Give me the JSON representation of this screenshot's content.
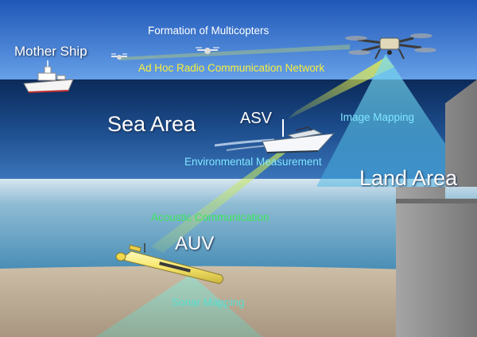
{
  "labels": {
    "formation": "Formation of Multicopters",
    "mother_ship": "Mother Ship",
    "radio_network": "Ad Hoc Radio Communication Network",
    "sea_area": "Sea Area",
    "asv": "ASV",
    "image_mapping": "Image Mapping",
    "environmental": "Environmental Measurement",
    "land_area": "Land Area",
    "acoustic": "Acoustic Communication",
    "auv": "AUV",
    "sonar_mapping": "Sonar Mapping"
  },
  "colors": {
    "sky_top": "#1f57b7",
    "sky_bottom": "#5f9be6",
    "sea_dark": "#0b2a5a",
    "sea_mid": "#2a5fa3",
    "underwater": "#4a8fb8",
    "seabed": "#c9b9a3",
    "radio_text": "#f7ef3a",
    "beam_yellow": "#e8f04a",
    "beam_cyan": "#5fd0e8",
    "acoustic_text": "#3ce65a",
    "image_text": "#7fe6ff",
    "sonar_text": "#57e0d2",
    "land": "#8a8a8a"
  }
}
